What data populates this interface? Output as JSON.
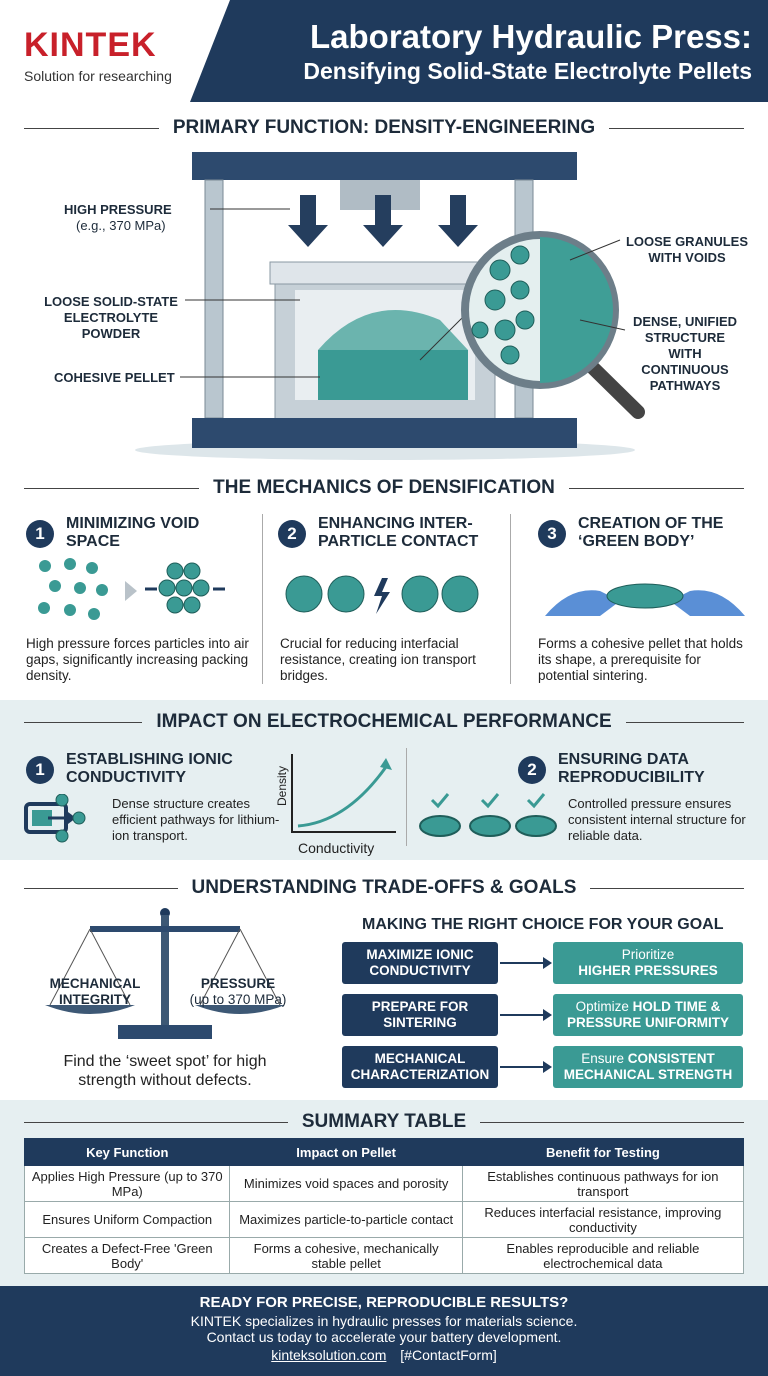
{
  "header": {
    "logo": "KINTEK",
    "tagline": "Solution for researching",
    "title": "Laboratory Hydraulic Press:",
    "subtitle": "Densifying Solid-State Electrolyte Pellets"
  },
  "primary": {
    "heading": "PRIMARY FUNCTION: DENSITY-ENGINEERING",
    "label_pressure": "HIGH PRESSURE",
    "label_pressure_sub": "(e.g., 370 MPa)",
    "label_powder": "LOOSE SOLID-STATE ELECTROLYTE POWDER",
    "label_pellet": "COHESIVE PELLET",
    "label_granules": "LOOSE GRANULES WITH VOIDS",
    "label_dense": "DENSE, UNIFIED STRUCTURE WITH CONTINUOUS PATHWAYS"
  },
  "mechanics": {
    "heading": "THE MECHANICS OF DENSIFICATION",
    "items": [
      {
        "num": "1",
        "title": "MINIMIZING VOID SPACE",
        "text": "High pressure forces particles into air gaps, significantly increasing packing density."
      },
      {
        "num": "2",
        "title": "ENHANCING INTER-PARTICLE CONTACT",
        "text": "Crucial for reducing interfacial resistance, creating ion transport bridges."
      },
      {
        "num": "3",
        "title": "CREATION OF THE ‘GREEN BODY’",
        "text": "Forms a cohesive pellet that holds its shape, a prerequisite for potential sintering."
      }
    ]
  },
  "impact": {
    "heading": "IMPACT ON ELECTROCHEMICAL PERFORMANCE",
    "item1": {
      "num": "1",
      "title": "ESTABLISHING IONIC CONDUCTIVITY",
      "text": "Dense structure creates efficient pathways for lithium-ion transport."
    },
    "axis_y": "Density",
    "axis_x": "Conductivity",
    "item2": {
      "num": "2",
      "title": "ENSURING DATA REPRODUCIBILITY",
      "text": "Controlled pressure ensures consistent internal structure for reliable data."
    }
  },
  "tradeoffs": {
    "heading": "UNDERSTANDING TRADE-OFFS & GOALS",
    "left_label": "MECHANICAL INTEGRITY",
    "right_label": "PRESSURE",
    "right_sub": "(up to 370 MPa)",
    "caption": "Find the ‘sweet spot’ for high strength without defects.",
    "choice_heading": "MAKING THE RIGHT CHOICE FOR YOUR GOAL",
    "rows": [
      {
        "goal": "MAXIMIZE IONIC CONDUCTIVITY",
        "pre": "Prioritize",
        "bold": "HIGHER PRESSURES"
      },
      {
        "goal": "PREPARE FOR SINTERING",
        "pre": "Optimize ",
        "bold": "HOLD TIME & PRESSURE UNIFORMITY"
      },
      {
        "goal": "MECHANICAL CHARACTERIZATION",
        "pre": "Ensure ",
        "bold": "CONSISTENT MECHANICAL STRENGTH"
      }
    ]
  },
  "summary": {
    "heading": "SUMMARY TABLE",
    "columns": [
      "Key Function",
      "Impact on Pellet",
      "Benefit for Testing"
    ],
    "rows": [
      [
        "Applies High Pressure (up to 370 MPa)",
        "Minimizes void spaces and porosity",
        "Establishes continuous pathways for ion transport"
      ],
      [
        "Ensures Uniform Compaction",
        "Maximizes particle-to-particle contact",
        "Reduces interfacial resistance, improving conductivity"
      ],
      [
        "Creates a Defect-Free 'Green Body'",
        "Forms a cohesive, mechanically stable pellet",
        "Enables reproducible and reliable electrochemical data"
      ]
    ]
  },
  "footer": {
    "headline": "READY FOR PRECISE, REPRODUCIBLE RESULTS?",
    "line1": "KINTEK specializes in hydraulic presses for materials science.",
    "line2": "Contact us today to accelerate your battery development.",
    "link": "kinteksolution.com",
    "form": "[#ContactForm]"
  }
}
